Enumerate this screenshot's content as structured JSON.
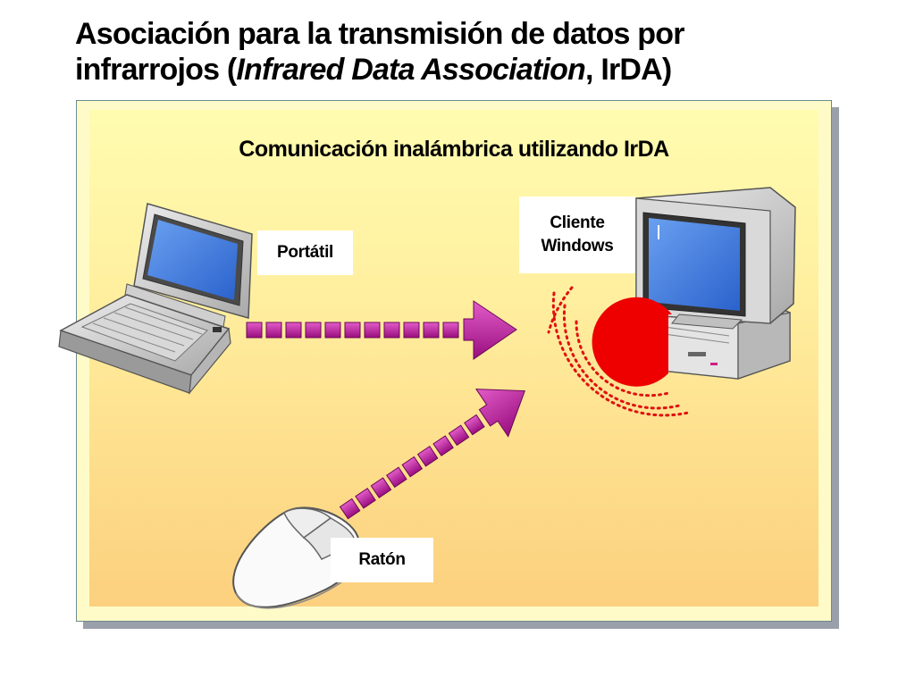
{
  "slide": {
    "title_line1": "Asociación para la transmisión de datos por",
    "title_line2_prefix": "infrarrojos (",
    "title_line2_italic": "Infrared Data Association",
    "title_line2_suffix": ", IrDA)"
  },
  "diagram": {
    "heading": "Comunicación inalámbrica utilizando IrDA",
    "laptop_label": "Portátil",
    "client_label_line1": "Cliente",
    "client_label_line2": "Windows",
    "mouse_label": "Ratón"
  },
  "colors": {
    "arrow_fill": "#c2189a",
    "arrow_dark": "#7a0a63",
    "ir_dots": "#e01010",
    "ir_port": "#ee0000",
    "screen_blue": "#3a78e0"
  },
  "icons": [
    "laptop-icon",
    "desktop-computer-icon",
    "mouse-icon",
    "infrared-signal-icon"
  ]
}
